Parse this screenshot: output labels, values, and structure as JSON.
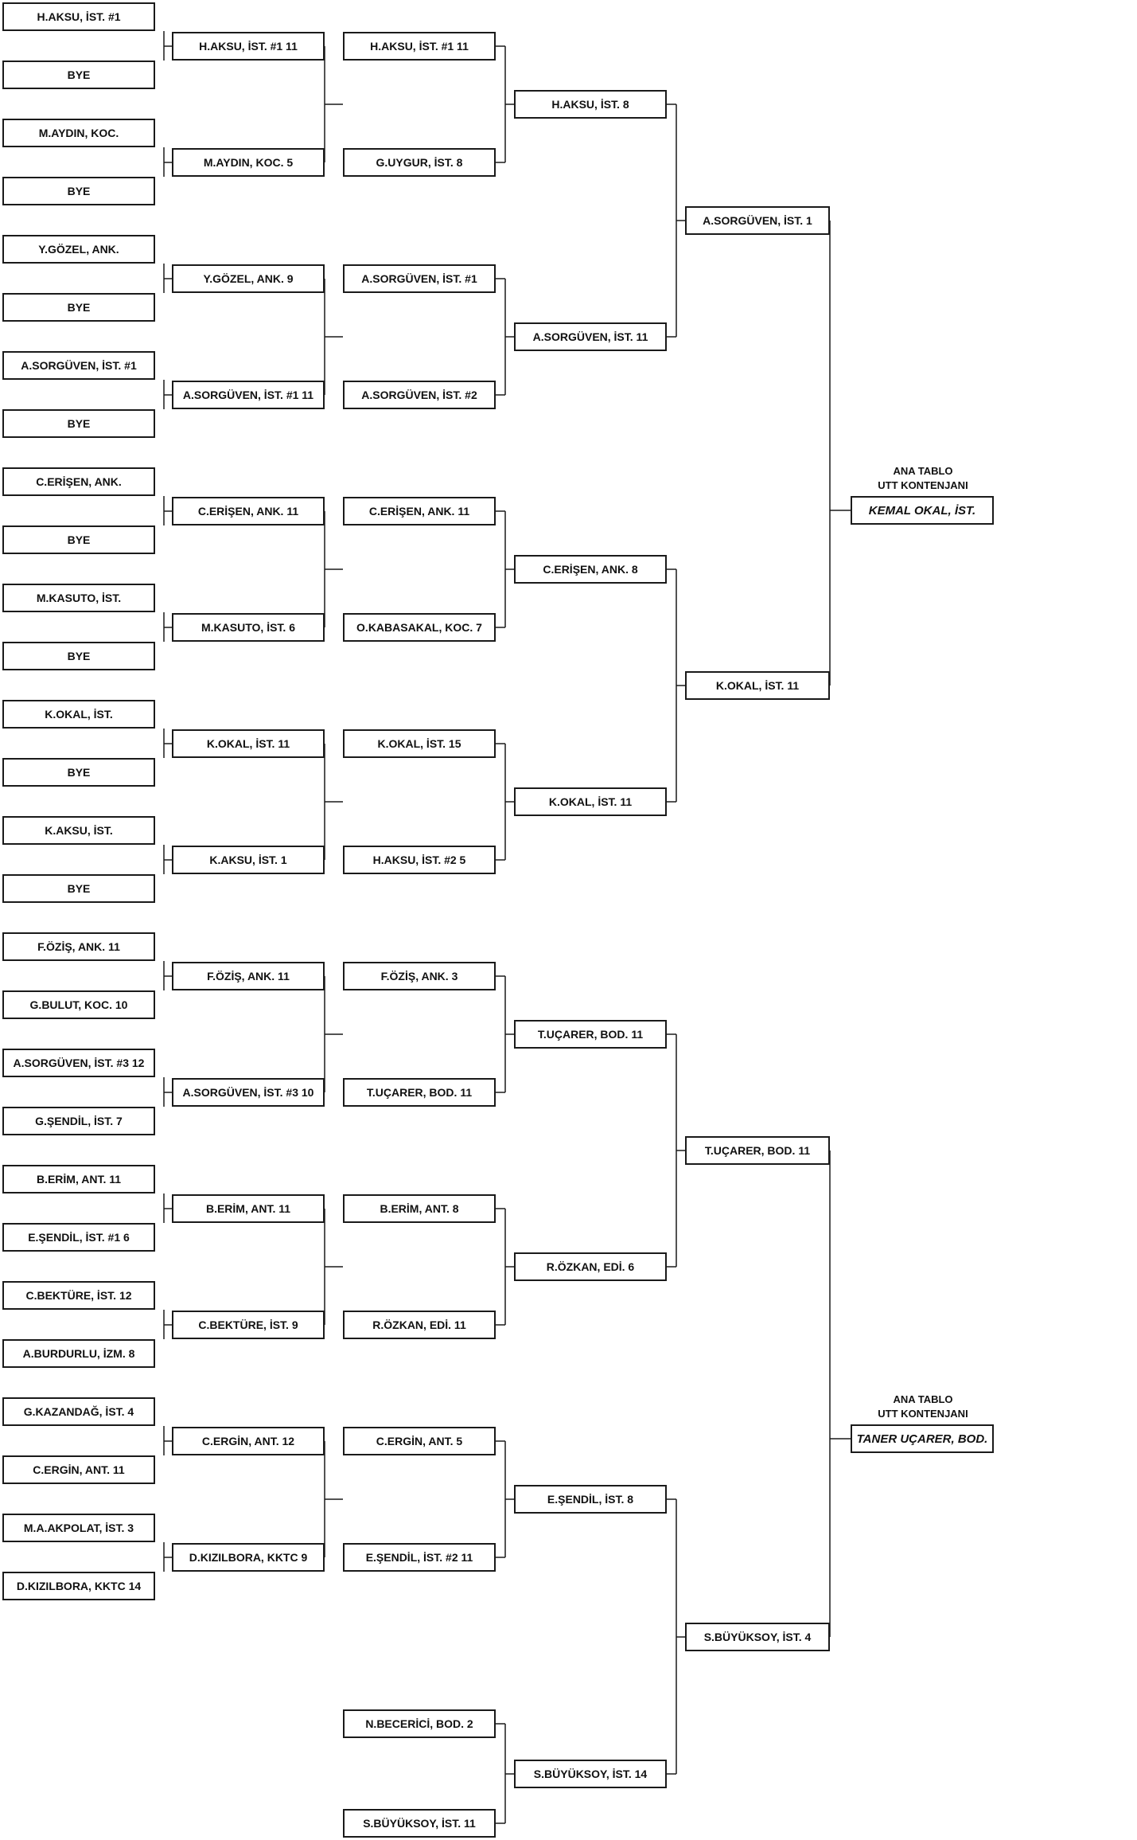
{
  "rounds": [
    [
      "H.AKSU, İST. #1",
      "BYE",
      "M.AYDIN, KOC.",
      "BYE",
      "Y.GÖZEL, ANK.",
      "BYE",
      "A.SORGÜVEN, İST. #1",
      "BYE",
      "C.ERİŞEN, ANK.",
      "BYE",
      "M.KASUTO, İST.",
      "BYE",
      "K.OKAL, İST.",
      "BYE",
      "K.AKSU, İST.",
      "BYE",
      "F.ÖZİŞ, ANK.  11",
      "G.BULUT, KOC.  10",
      "A.SORGÜVEN, İST. #3  12",
      "G.ŞENDİL, İST.  7",
      "B.ERİM, ANT.  11",
      "E.ŞENDİL, İST. #1  6",
      "C.BEKTÜRE, İST.  12",
      "A.BURDURLU, İZM.  8",
      "G.KAZANDAĞ, İST.  4",
      "C.ERGİN, ANT.  11",
      "M.A.AKPOLAT, İST.  3",
      "D.KIZILBORA, KKTC  14"
    ],
    [
      "H.AKSU, İST. #1  11",
      "M.AYDIN, KOC.  5",
      "Y.GÖZEL, ANK.  9",
      "A.SORGÜVEN, İST. #1  11",
      "C.ERİŞEN, ANK.  11",
      "M.KASUTO, İST.  6",
      "K.OKAL, İST.  11",
      "K.AKSU, İST.  1",
      "F.ÖZİŞ, ANK.  11",
      "A.SORGÜVEN, İST. #3  10",
      "B.ERİM, ANT.  11",
      "C.BEKTÜRE, İST.  9",
      "C.ERGİN, ANT.  12",
      "D.KIZILBORA, KKTC  9"
    ],
    [
      "H.AKSU, İST. #1  11",
      "G.UYGUR, İST.  8",
      "A.SORGÜVEN, İST. #1",
      "A.SORGÜVEN, İST. #2",
      "C.ERİŞEN, ANK.  11",
      "O.KABASAKAL, KOC.  7",
      "K.OKAL, İST.  15",
      "H.AKSU, İST. #2  5",
      "F.ÖZİŞ, ANK.  3",
      "T.UÇARER, BOD.  11",
      "B.ERİM, ANT.  8",
      "R.ÖZKAN, EDİ.  11",
      "C.ERGİN, ANT.  5",
      "E.ŞENDİL, İST. #2  11",
      "N.BECERİCİ, BOD.  2",
      "S.BÜYÜKSOY, İST.  11"
    ],
    [
      "H.AKSU, İST.  8",
      "A.SORGÜVEN, İST.  11",
      "C.ERİŞEN, ANK.  8",
      "K.OKAL, İST.  11",
      "T.UÇARER, BOD.  11",
      "R.ÖZKAN, EDİ.  6",
      "E.ŞENDİL, İST.  8",
      "S.BÜYÜKSOY, İST.  14"
    ],
    [
      "A.SORGÜVEN, İST.  1",
      "K.OKAL, İST.  11",
      "T.UÇARER, BOD.  11",
      "S.BÜYÜKSOY, İST.  4"
    ]
  ],
  "qualifiers": [
    {
      "caption_1": "ANA TABLO",
      "caption_2": "UTT KONTENJANI",
      "name": "KEMAL OKAL, İST."
    },
    {
      "caption_1": "ANA TABLO",
      "caption_2": "UTT KONTENJANI",
      "name": "TANER UÇARER, BOD."
    }
  ],
  "colors": {
    "line": "#1a1a1a",
    "text": "#111111",
    "background": "#ffffff"
  }
}
